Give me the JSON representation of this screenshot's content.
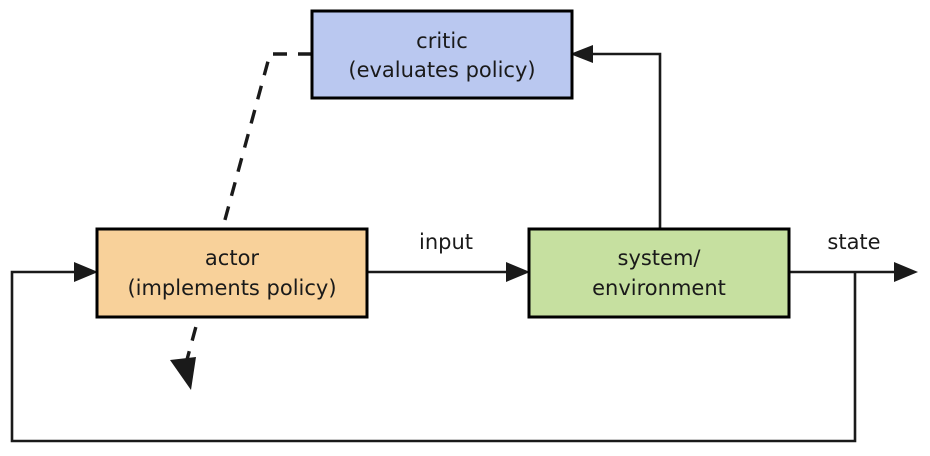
{
  "diagram": {
    "title": "actor-critic reinforcement learning block diagram",
    "background_color": "#ffffff",
    "line_color": "#1a1a1a",
    "nodes": [
      {
        "id": "critic",
        "name": "critic-box",
        "line1": "critic",
        "line2": "(evaluates policy)",
        "fill": "#bac8f0",
        "stroke": "#000000"
      },
      {
        "id": "actor",
        "name": "actor-box",
        "line1": "actor",
        "line2": "(implements policy)",
        "fill": "#f8d19a",
        "stroke": "#000000"
      },
      {
        "id": "system",
        "name": "system-environment-box",
        "line1": "system/",
        "line2": "environment",
        "fill": "#c6e0a0",
        "stroke": "#000000"
      }
    ],
    "edges": [
      {
        "id": "input",
        "name": "input-edge",
        "label": "input",
        "from": "actor",
        "to": "system",
        "style": "solid"
      },
      {
        "id": "state",
        "name": "state-edge",
        "label": "state",
        "from": "system",
        "to": "output",
        "style": "solid"
      },
      {
        "id": "state-feedback",
        "name": "state-feedback-edge",
        "label": "",
        "from": "state",
        "to": "actor",
        "style": "solid"
      },
      {
        "id": "state-to-critic",
        "name": "state-to-critic-edge",
        "label": "",
        "from": "system",
        "to": "critic",
        "style": "solid"
      },
      {
        "id": "critic-to-actor",
        "name": "critic-to-actor-edge",
        "label": "",
        "from": "critic",
        "to": "actor",
        "style": "dashed"
      },
      {
        "id": "actor-policy-update",
        "name": "policy-update-edge",
        "label": "",
        "from": "actor",
        "to": "",
        "style": "dashed"
      }
    ]
  }
}
